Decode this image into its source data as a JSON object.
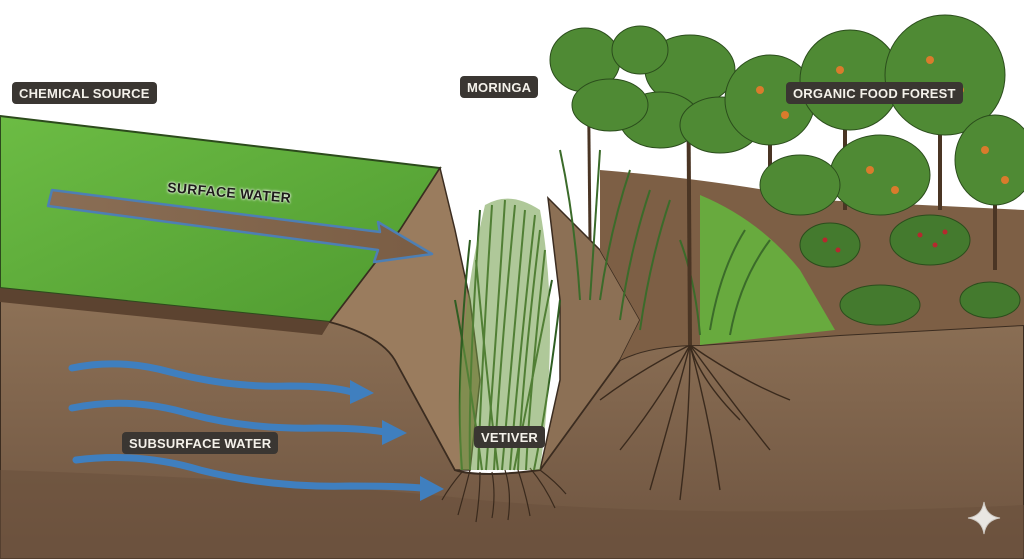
{
  "labels": {
    "chemical_source": "CHEMICAL SOURCE",
    "surface_water": "SURFACE WATER",
    "subsurface_water": "SUBSURFACE WATER",
    "vetiver": "VETIVER",
    "moringa": "MORINGA",
    "organic_food_forest": "ORGANIC FOOD FOREST"
  },
  "colors": {
    "grass": "#5fae3a",
    "soil": "#8a6e52",
    "water_arrow": "#3f7fbf",
    "label_bg": "#3a3632"
  },
  "icons": {
    "watermark": "sparkle-icon"
  }
}
